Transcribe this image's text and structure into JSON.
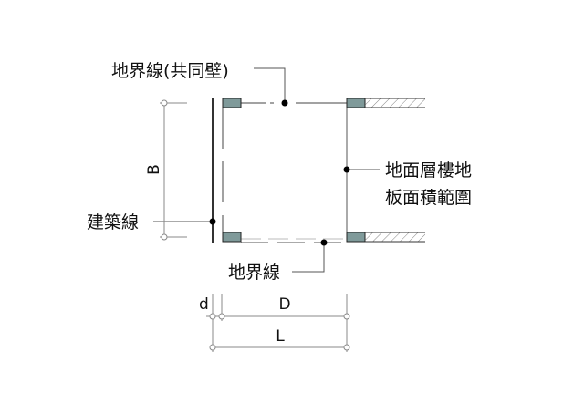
{
  "labels": {
    "party_wall_boundary": "地界線(共同壁)",
    "ground_floor_area_line1": "地面層樓地",
    "ground_floor_area_line2": "板面積範圍",
    "building_line": "建築線",
    "boundary_line": "地界線",
    "dim_B": "B",
    "dim_d": "d",
    "dim_D": "D",
    "dim_L": "L"
  },
  "colors": {
    "wall_fill": "#7f9a9a",
    "line": "#333333",
    "thin_line": "#777777"
  }
}
